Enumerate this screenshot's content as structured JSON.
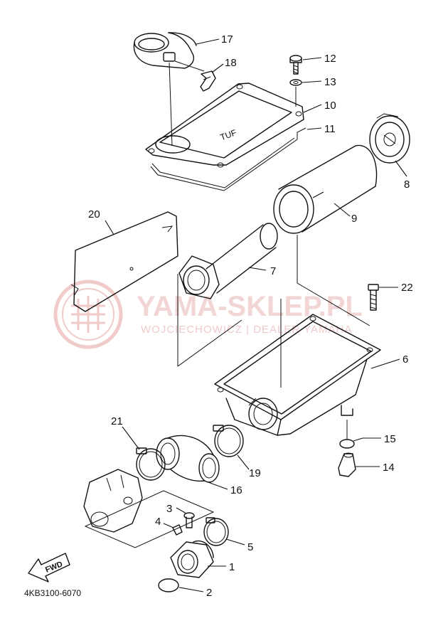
{
  "diagram": {
    "part_code": "4KB3100-6070",
    "fwd_label": "FWD",
    "watermark": {
      "brand": "YAMA-SKLEP.PL",
      "subtitle": "WOJCIECHOWICZ | DEALER YAMAHA",
      "logo": "yamaha-tuning-fork-logo"
    },
    "callouts": [
      {
        "label": "17",
        "part": "air-duct-cap"
      },
      {
        "label": "18",
        "part": "hose-elbow"
      },
      {
        "label": "12",
        "part": "screw"
      },
      {
        "label": "13",
        "part": "washer"
      },
      {
        "label": "10",
        "part": "air-filter-case-cap"
      },
      {
        "label": "11",
        "part": "cap-seal"
      },
      {
        "label": "8",
        "part": "filter-end-cap"
      },
      {
        "label": "9",
        "part": "air-filter-element"
      },
      {
        "label": "20",
        "part": "plate"
      },
      {
        "label": "7",
        "part": "filter-guide"
      },
      {
        "label": "22",
        "part": "bolt"
      },
      {
        "label": "6",
        "part": "air-filter-case"
      },
      {
        "label": "21",
        "part": "clamp"
      },
      {
        "label": "19",
        "part": "clamp"
      },
      {
        "label": "15",
        "part": "clip"
      },
      {
        "label": "14",
        "part": "drain-cap"
      },
      {
        "label": "16",
        "part": "intake-joint"
      },
      {
        "label": "3",
        "part": "screw"
      },
      {
        "label": "4",
        "part": "clip"
      },
      {
        "label": "5",
        "part": "clamp"
      },
      {
        "label": "1",
        "part": "carburetor-joint"
      },
      {
        "label": "2",
        "part": "o-ring"
      }
    ]
  }
}
